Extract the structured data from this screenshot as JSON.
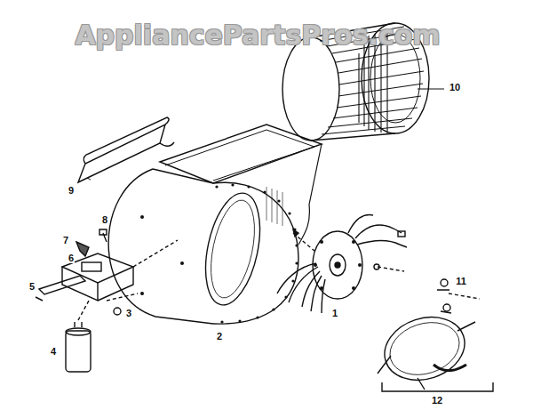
{
  "diagram": {
    "labels": [
      "AppliancePartsPros.com",
      "10",
      "9",
      "8",
      "7",
      "6",
      "5",
      "3",
      "4",
      "2",
      "1",
      "11",
      "12"
    ]
  }
}
